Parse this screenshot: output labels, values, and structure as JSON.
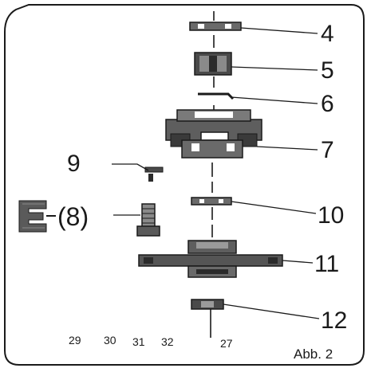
{
  "figure": {
    "caption": "Abb. 2",
    "section_letter": "E",
    "callouts": {
      "c4": "4",
      "c5": "5",
      "c6": "6",
      "c7": "7",
      "c8": "(8)",
      "c9": "9",
      "c10": "10",
      "c11": "11",
      "c12": "12"
    },
    "page_numbers": {
      "p29": "29",
      "p30": "30",
      "p31": "31",
      "p32": "32",
      "p27": "27"
    },
    "colors": {
      "ink": "#1a1a1a",
      "part_gray": "#6a6a6a",
      "part_dark": "#2b2b2b",
      "letter_fill": "#5a5a5a"
    }
  }
}
